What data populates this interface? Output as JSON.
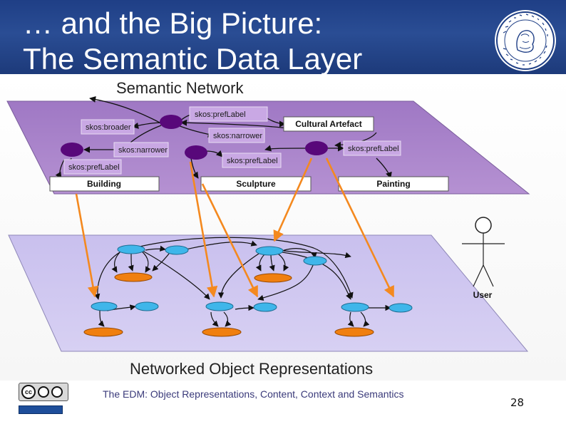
{
  "slide": {
    "title": "… and the Big Picture:\nThe Semantic Data Layer",
    "footer": "The EDM: Object Representations, Content, Context and Semantics",
    "page_number": "28"
  },
  "diagram": {
    "semantic_layer_title": "Semantic Network",
    "object_layer_title": "Networked Object Representations",
    "skos_labels": {
      "pref_top": "skos:prefLabel",
      "broader": "skos:broader",
      "narrower_mid": "skos:narrower",
      "narrower_left": "skos:narrower",
      "pref_center": "skos:prefLabel",
      "pref_right": "skos:prefLabel",
      "pref_left": "skos:prefLabel"
    },
    "concept_boxes": {
      "cultural_artefact": "Cultural Artefact",
      "building": "Building",
      "sculpture": "Sculpture",
      "painting": "Painting"
    },
    "actor_label": "User",
    "colors": {
      "semantic_plane": "#a57ec6",
      "object_plane": "#cfc7ef",
      "concept_node": "#58087a",
      "object_node": "#3fb6ea",
      "content_node": "#f07f0f",
      "link_arrow": "#f4891f",
      "header": "#2a4d94"
    }
  }
}
